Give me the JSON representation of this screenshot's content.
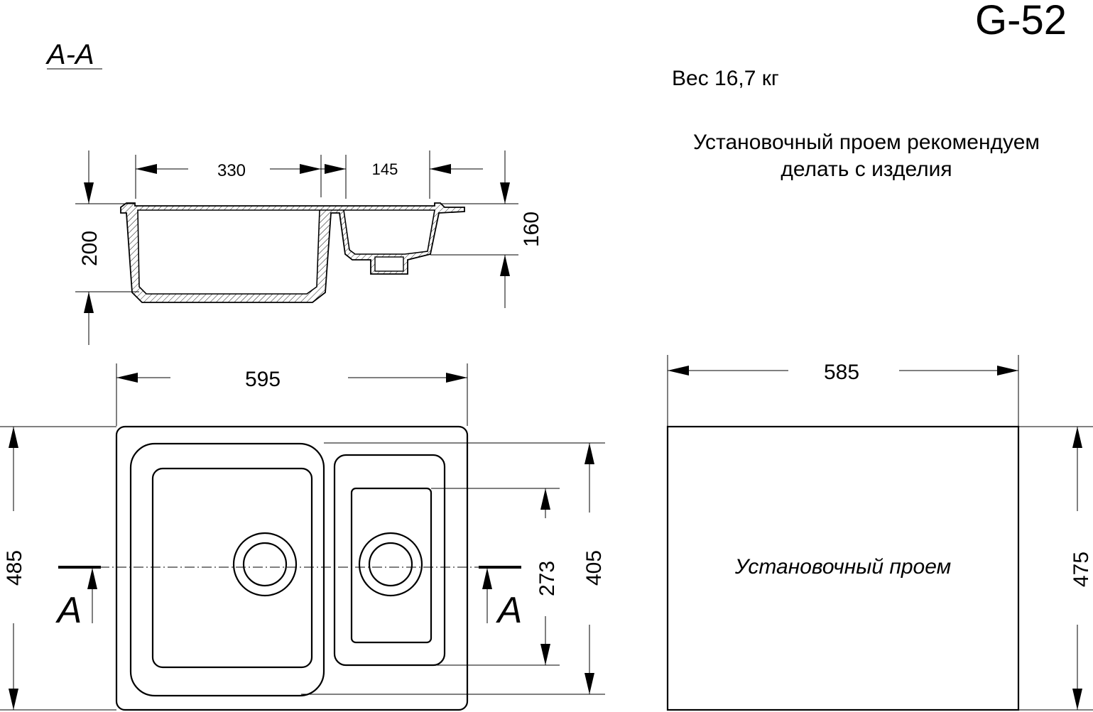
{
  "header": {
    "model": "G-52",
    "section_label": "А-А",
    "weight": "Вес 16,7 кг",
    "note_line1": "Установочный проем рекомендуем",
    "note_line2": "делать с изделия"
  },
  "section_view": {
    "dim_left_bowl_width": "330",
    "dim_right_bowl_width": "145",
    "dim_left_bowl_depth": "200",
    "dim_right_bowl_depth": "160"
  },
  "plan_view": {
    "dim_overall_width": "595",
    "dim_overall_height": "485",
    "dim_small_bowl_height": "273",
    "dim_large_bowl_height": "405",
    "cut_mark_left": "А",
    "cut_mark_right": "А"
  },
  "cutout_view": {
    "dim_width": "585",
    "dim_height": "475",
    "label": "Установочный проем"
  },
  "colors": {
    "line": "#000000",
    "background": "#ffffff"
  }
}
